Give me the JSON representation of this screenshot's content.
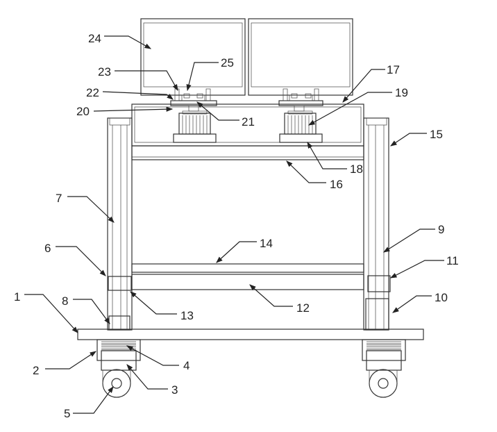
{
  "figure": {
    "type": "patent-style mechanical drawing",
    "labels": [
      {
        "id": "24",
        "text": "24"
      },
      {
        "id": "23",
        "text": "23"
      },
      {
        "id": "25",
        "text": "25"
      },
      {
        "id": "22",
        "text": "22"
      },
      {
        "id": "20",
        "text": "20"
      },
      {
        "id": "21",
        "text": "21"
      },
      {
        "id": "17",
        "text": "17"
      },
      {
        "id": "19",
        "text": "19"
      },
      {
        "id": "15",
        "text": "15"
      },
      {
        "id": "18",
        "text": "18"
      },
      {
        "id": "16",
        "text": "16"
      },
      {
        "id": "7",
        "text": "7"
      },
      {
        "id": "9",
        "text": "9"
      },
      {
        "id": "14",
        "text": "14"
      },
      {
        "id": "6",
        "text": "6"
      },
      {
        "id": "11",
        "text": "11"
      },
      {
        "id": "13",
        "text": "13"
      },
      {
        "id": "12",
        "text": "12"
      },
      {
        "id": "8",
        "text": "8"
      },
      {
        "id": "10",
        "text": "10"
      },
      {
        "id": "1",
        "text": "1"
      },
      {
        "id": "2",
        "text": "2"
      },
      {
        "id": "4",
        "text": "4"
      },
      {
        "id": "3",
        "text": "3"
      },
      {
        "id": "5",
        "text": "5"
      }
    ]
  }
}
